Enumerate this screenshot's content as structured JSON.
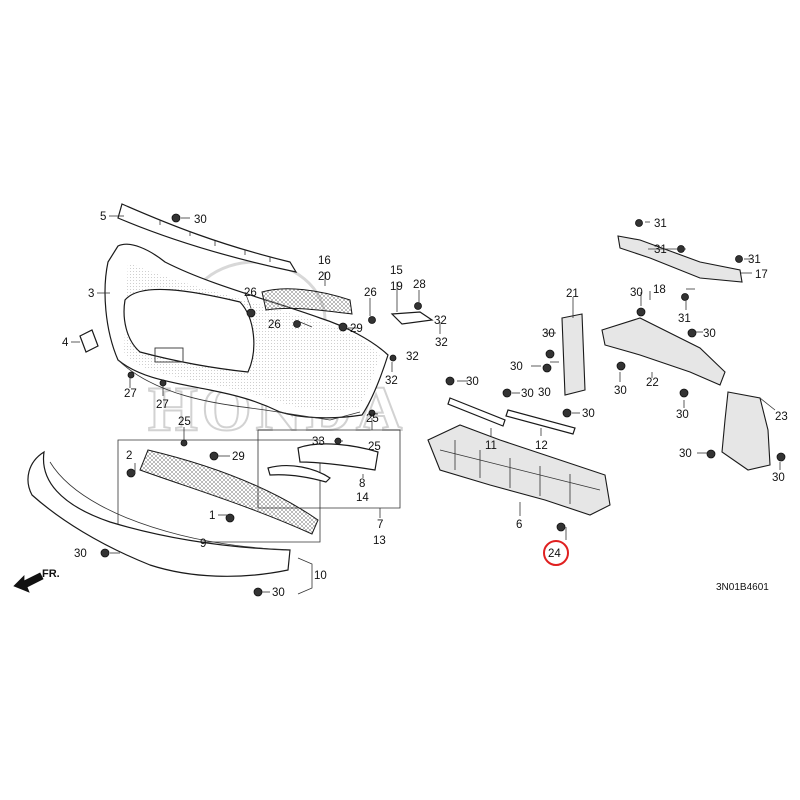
{
  "diagram": {
    "watermark": "HONDA",
    "diagram_code": "3N01B4601",
    "direction_label": "FR.",
    "highlighted_callout": "24",
    "highlight_color": "#e02020",
    "callouts": [
      "1",
      "2",
      "3",
      "4",
      "5",
      "6",
      "7",
      "8",
      "9",
      "10",
      "11",
      "12",
      "13",
      "14",
      "15",
      "16",
      "17",
      "18",
      "19",
      "20",
      "21",
      "22",
      "23",
      "24",
      "25",
      "26",
      "27",
      "28",
      "29",
      "30",
      "31",
      "32",
      "33"
    ]
  }
}
